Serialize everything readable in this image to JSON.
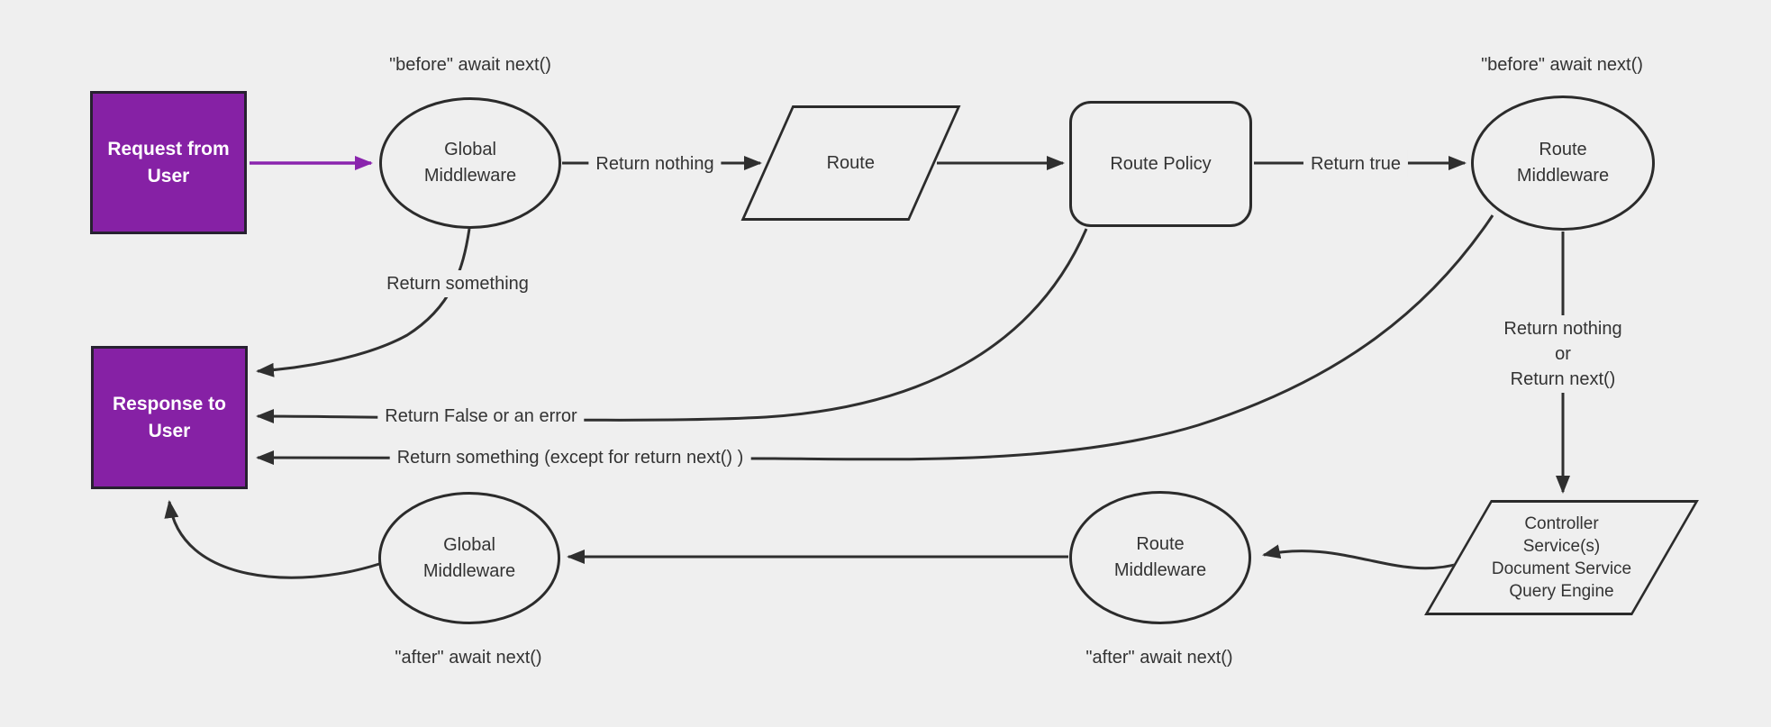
{
  "diagram": {
    "title_hint": "Request lifecycle middleware flowchart",
    "colors": {
      "background": "#efefef",
      "terminal_fill": "#8621a5",
      "terminal_border": "#272130",
      "terminal_text": "#ffffff",
      "shape_border": "#2b2b2b",
      "edge_stroke": "#2f2f2f",
      "accent_edge_stroke": "#8a24ad",
      "label_text": "#333333"
    },
    "nodes": {
      "request": {
        "line1": "Request from",
        "line2": "User"
      },
      "response": {
        "line1": "Response to",
        "line2": "User"
      },
      "global_middleware_top": {
        "line1": "Global",
        "line2": "Middleware"
      },
      "route": {
        "label": "Route"
      },
      "route_policy": {
        "label": "Route Policy"
      },
      "route_middleware_top": {
        "line1": "Route",
        "line2": "Middleware"
      },
      "controller": {
        "lines": [
          "Controller",
          "Service(s)",
          "Document Service",
          "Query Engine"
        ]
      },
      "route_middleware_bottom": {
        "line1": "Route",
        "line2": "Middleware"
      },
      "global_middleware_bottom": {
        "line1": "Global",
        "line2": "Middleware"
      }
    },
    "edge_labels": {
      "before_top_left": "\"before\" await next()",
      "before_top_right": "\"before\" await next()",
      "return_nothing": "Return nothing",
      "return_true": "Return true",
      "return_nothing_or": {
        "line1": "Return nothing",
        "line2": "or",
        "line3": "Return next()"
      },
      "return_something": "Return something",
      "return_false": "Return False or an error",
      "return_something_except": "Return something (except for return next() )",
      "after_bottom_left": "\"after\" await next()",
      "after_bottom_right": "\"after\" await next()"
    }
  }
}
